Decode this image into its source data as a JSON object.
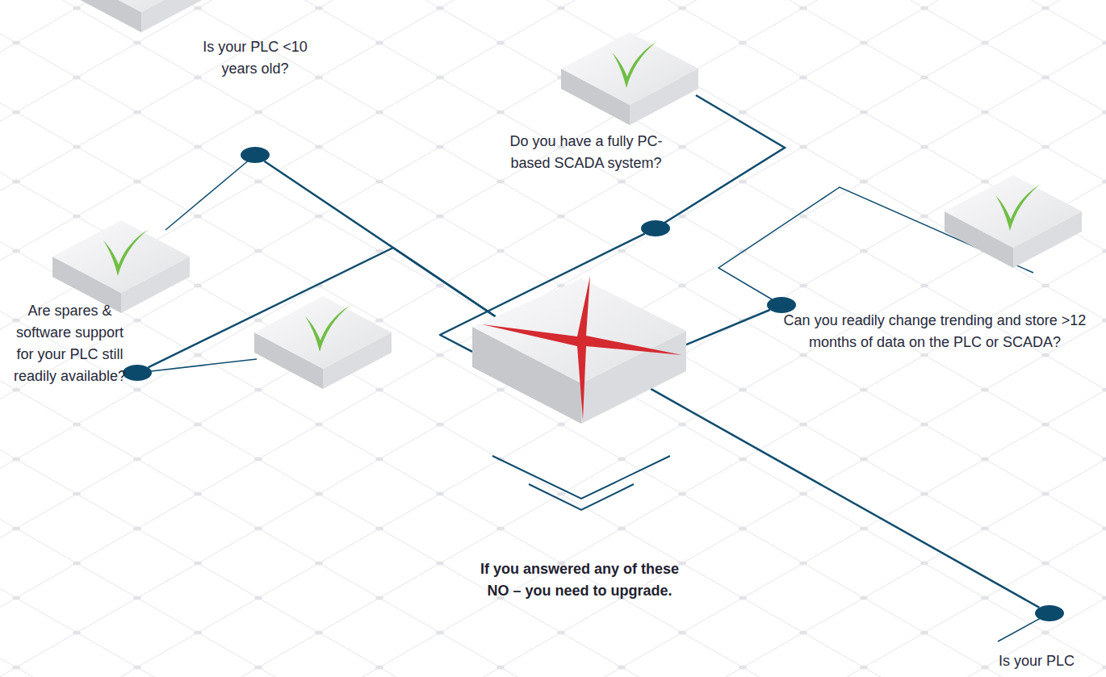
{
  "diagram": {
    "nodes": [
      {
        "text": [
          "Is your PLC <10 years old?"
        ]
      },
      {
        "text": [
          "Do you have a fully PC-based SCADA system?"
        ]
      },
      {
        "text": [
          "Can you readily change trending and store >12 months of data on the PLC or SCADA?"
        ]
      },
      {
        "text": [
          "Are spares & software support for your PLC still readily available?"
        ]
      },
      {
        "text": [
          "If you answered any of these NO – you need to upgrade."
        ]
      },
      {
        "text": [
          "Is your PLC"
        ]
      }
    ],
    "edges": [
      {
        "from": 0,
        "to": 4,
        "arrow": "none"
      },
      {
        "from": 1,
        "to": 4,
        "arrow": "none"
      },
      {
        "from": 2,
        "to": 4,
        "arrow": "none"
      },
      {
        "from": 3,
        "to": 4,
        "arrow": "none"
      },
      {
        "from": 5,
        "to": 4,
        "arrow": "none"
      }
    ]
  }
}
